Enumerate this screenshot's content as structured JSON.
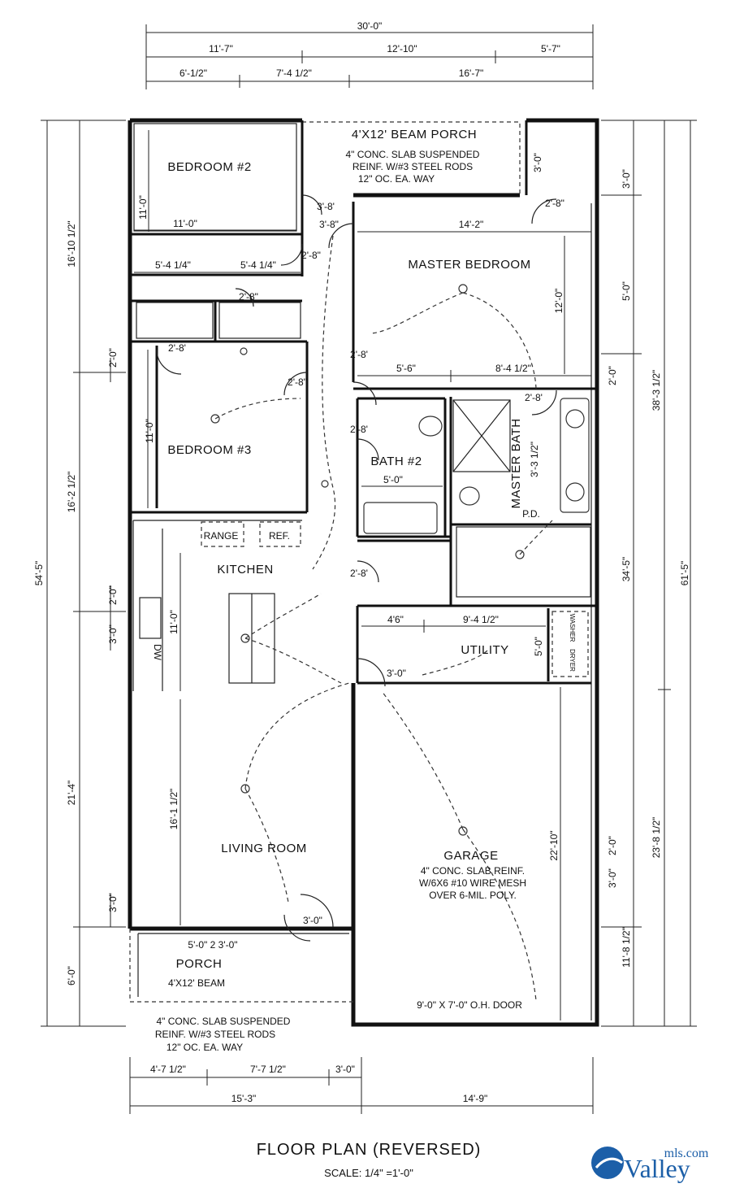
{
  "rooms": {
    "bedroom2": "BEDROOM #2",
    "bedroom3": "BEDROOM #3",
    "master_bedroom": "MASTER BEDROOM",
    "bath2": "BATH #2",
    "master_bath": "MASTER BATH",
    "kitchen": "KITCHEN",
    "living_room": "LIVING ROOM",
    "utility": "UTILITY",
    "garage": "GARAGE",
    "porch": "PORCH"
  },
  "fixtures": {
    "range": "RANGE",
    "ref": "REF.",
    "pd": "P.D.",
    "dw": "DW",
    "washer": "WASHER",
    "dryer": "DRYER"
  },
  "notes": {
    "top_porch": "4'X12' BEAM PORCH",
    "top_porch_l1": "4\" CONC. SLAB SUSPENDED",
    "top_porch_l2": "REINF. W/#3 STEEL RODS",
    "top_porch_l3": "12\" OC. EA. WAY",
    "porch_beam": "4'X12' BEAM",
    "porch_l1": "4\" CONC. SLAB SUSPENDED",
    "porch_l2": "REINF. W/#3 STEEL RODS",
    "porch_l3": "12\" OC. EA. WAY",
    "garage_l1": "4\" CONC. SLAB REINF.",
    "garage_l2": "W/6X6 #10 WIRE MESH",
    "garage_l3": "OVER 6-MIL. POLY.",
    "garage_door": "9'-0\" X 7'-0\" O.H. DOOR"
  },
  "dims": {
    "top_total": "30'-0\"",
    "top_a": "11'-7\"",
    "top_b": "12'-10\"",
    "top_c": "5'-7\"",
    "top_d": "6'-1/2\"",
    "top_e": "7'-4 1/2\"",
    "top_f": "16'-7\"",
    "left_total": "54'-5\"",
    "left_a": "16'-10 1/2\"",
    "left_b": "2'-0\"",
    "left_c": "16'-2 1/2\"",
    "left_d": "2'-0\"",
    "left_e": "3'-0\"",
    "left_f": "21'-4\"",
    "left_g": "3'-0\"",
    "left_h": "6'-0\"",
    "right_total": "61'-5\"",
    "right_a": "38'-3 1/2\"",
    "right_b": "23'-8 1/2\"",
    "right_c": "3'-0\"",
    "right_d": "5'-0\"",
    "right_e": "2'-0\"",
    "right_f": "34'-5\"",
    "right_g": "2'-0\"",
    "right_h": "3'-0\"",
    "right_i": "11'-8 1/2\"",
    "bottom_a": "4'-7 1/2\"",
    "bottom_b": "7'-7 1/2\"",
    "bottom_c": "3'-0\"",
    "bottom_d": "15'-3\"",
    "bottom_e": "14'-9\"",
    "bed2_h": "11'-0\"",
    "bed2_w": "11'-0\"",
    "closet_a": "5'-4 1/4\"",
    "closet_b": "5'-4 1/4\"",
    "d_28_a": "2'-8\"",
    "d_28_b": "2'-8\"",
    "d_28_c": "2'-8\"",
    "d_28_d": "2'-8'",
    "d_28_e": "2'-8\"",
    "d_28_f": "2'-8'",
    "d_28_g": "2'-8'",
    "d_28_h": "2'-8'",
    "d_28_i": "2'-8'",
    "d_38_a": "3'-8'",
    "d_38_b": "3'-8\"",
    "d_30_a": "3'-0\"",
    "mb_w": "14'-2\"",
    "mb_h": "12'-0\"",
    "mb_a": "5'-6\"",
    "mb_b": "8'-4 1/2\"",
    "bed3_h": "11'-0\"",
    "bath2_w": "5'-0\"",
    "mbath_w": "3'-3 1/2\"",
    "kit_h": "11'-0\"",
    "util_a": "4'6\"",
    "util_b": "9'-4 1/2\"",
    "util_h": "5'-0\"",
    "util_door": "3'-0\"",
    "liv_h": "16'-1 1/2\"",
    "front_door": "3'-0\"",
    "porch_w": "5'-0\" 2 3'-0\"",
    "garage_h": "22'-10\""
  },
  "title": {
    "main": "FLOOR PLAN (REVERSED)",
    "scale": "SCALE: 1/4\" =1'-0\""
  },
  "logo": {
    "brand": "Valley",
    "suffix": "mls.com",
    "color": "#1c5fa8"
  }
}
